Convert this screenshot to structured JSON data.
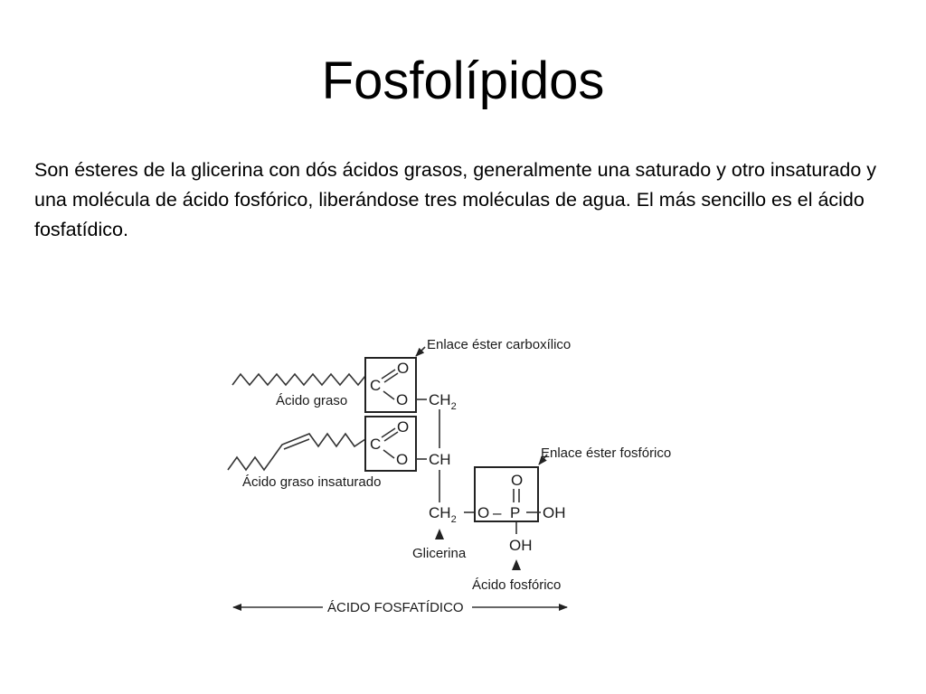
{
  "title": "Fosfolípidos",
  "body": "Son ésteres de la glicerina con dós ácidos grasos, generalmente una saturado y otro insaturado y una molécula de ácido fosfórico, liberándose tres moléculas de agua. El más sencillo es el ácido fosfatídico.",
  "diagram": {
    "labels": {
      "ester_carboxilico": "Enlace éster carboxílico",
      "ester_fosforico": "Enlace éster fosfórico",
      "acido_graso": "Ácido graso",
      "acido_graso_insaturado": "Ácido graso insaturado",
      "glicerina": "Glicerina",
      "acido_fosforico": "Ácido fosfórico",
      "acido_fosfatidico": "ÁCIDO FOSFATÍDICO"
    },
    "atoms": {
      "carbon": "C",
      "oxygen": "O",
      "phosphorus": "P",
      "hydroxyl": "OH",
      "ch2_main": "CH",
      "ch2_sub": "2",
      "ch": "CH",
      "dash": "–"
    }
  }
}
